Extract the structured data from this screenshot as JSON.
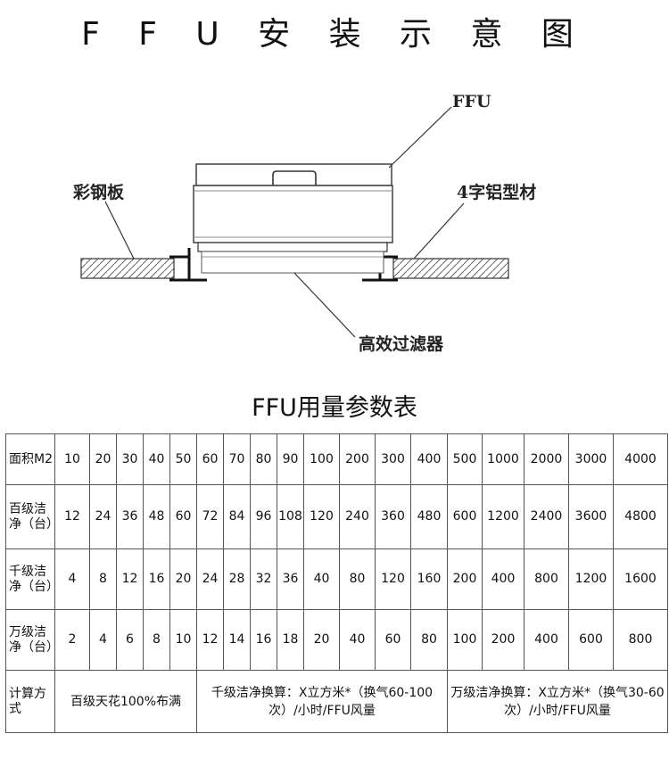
{
  "title": "F F U 安 装 示 意 图",
  "diagram": {
    "labels": {
      "ffu": "FFU",
      "color_steel_plate": "彩钢板",
      "aluminum_profile": "4字铝型材",
      "hepa_filter": "高效过滤器"
    }
  },
  "table": {
    "title": "FFU用量参数表",
    "rows": [
      {
        "header": "面积M2",
        "values": [
          "10",
          "20",
          "30",
          "40",
          "50",
          "60",
          "70",
          "80",
          "90",
          "100",
          "200",
          "300",
          "400",
          "500",
          "1000",
          "2000",
          "3000",
          "4000"
        ]
      },
      {
        "header": "百级洁净（台）",
        "values": [
          "12",
          "24",
          "36",
          "48",
          "60",
          "72",
          "84",
          "96",
          "108",
          "120",
          "240",
          "360",
          "480",
          "600",
          "1200",
          "2400",
          "3600",
          "4800"
        ]
      },
      {
        "header": "千级洁净（台）",
        "values": [
          "4",
          "8",
          "12",
          "16",
          "20",
          "24",
          "28",
          "32",
          "36",
          "40",
          "80",
          "120",
          "160",
          "200",
          "400",
          "800",
          "1200",
          "1600"
        ]
      },
      {
        "header": "万级洁净（台）",
        "values": [
          "2",
          "4",
          "6",
          "8",
          "10",
          "12",
          "14",
          "16",
          "18",
          "20",
          "40",
          "60",
          "80",
          "100",
          "200",
          "400",
          "600",
          "800"
        ]
      }
    ],
    "calc": {
      "header": "计算方式",
      "class100": "百级天花100%布满",
      "class1000": "千级洁净换算：X立方米*（换气60-100次）/小时/FFU风量",
      "class10000": "万级洁净换算：X立方米*（换气30-60次）/小时/FFU风量"
    }
  }
}
